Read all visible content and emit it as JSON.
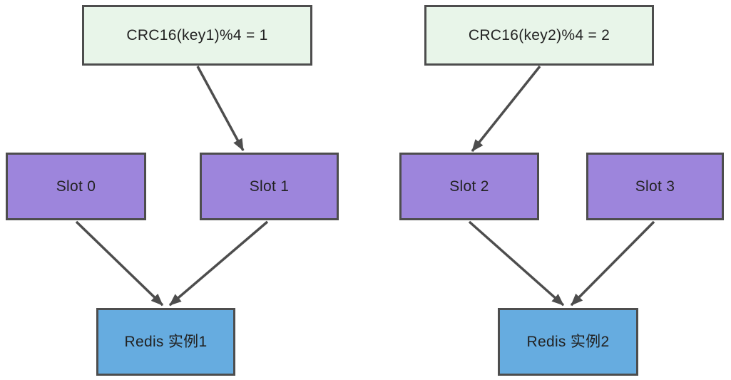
{
  "diagram": {
    "nodes": {
      "crc1": {
        "label": "CRC16(key1)%4 = 1",
        "type": "hash"
      },
      "crc2": {
        "label": "CRC16(key2)%4 = 2",
        "type": "hash"
      },
      "slot0": {
        "label": "Slot 0",
        "type": "slot"
      },
      "slot1": {
        "label": "Slot 1",
        "type": "slot"
      },
      "slot2": {
        "label": "Slot 2",
        "type": "slot"
      },
      "slot3": {
        "label": "Slot 3",
        "type": "slot"
      },
      "redis1": {
        "label": "Redis 实例1",
        "type": "instance"
      },
      "redis2": {
        "label": "Redis 实例2",
        "type": "instance"
      }
    },
    "edges": [
      {
        "from": "crc1",
        "to": "slot1"
      },
      {
        "from": "crc2",
        "to": "slot2"
      },
      {
        "from": "slot0",
        "to": "redis1"
      },
      {
        "from": "slot1",
        "to": "redis1"
      },
      {
        "from": "slot2",
        "to": "redis2"
      },
      {
        "from": "slot3",
        "to": "redis2"
      }
    ]
  },
  "colors": {
    "background": "#ffffff",
    "hash-fill": "#e8f5e9",
    "slot-fill": "#9d85dc",
    "instance-fill": "#66ace0",
    "node-border": "#4d4d4d",
    "arrow": "#4d4d4d",
    "text": "#222222"
  }
}
